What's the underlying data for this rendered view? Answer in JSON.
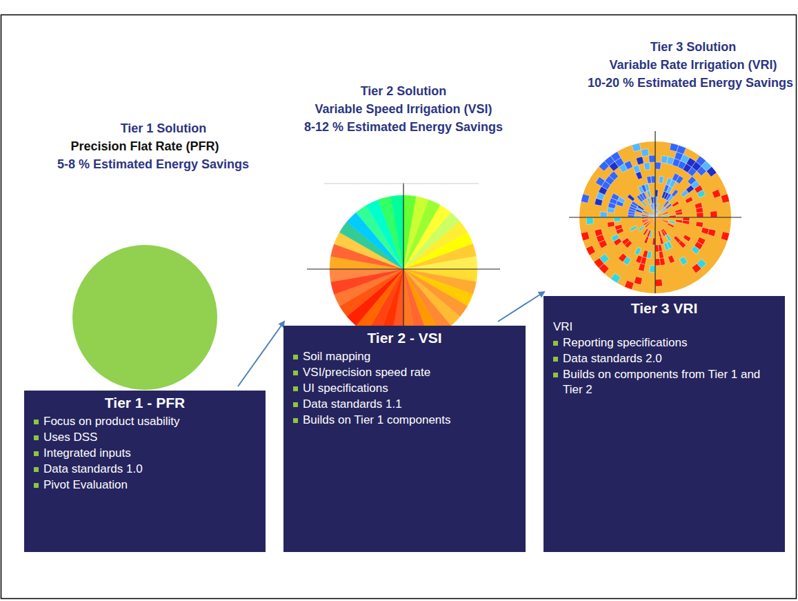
{
  "diagram": {
    "nodes": [
      {
        "text": [
          "Tier 1 - PFR",
          "Focus on product usability",
          "Uses DSS",
          "Integrated inputs",
          "Data standards 1.0",
          "Pivot Evaluation"
        ]
      },
      {
        "text": [
          "Tier 2 - VSI",
          "Soil mapping",
          "VSI/precision speed rate",
          "UI specifications",
          "Data standards 1.1",
          "Builds on Tier 1 components"
        ]
      },
      {
        "text": [
          "Tier 3 VRI",
          "VRI",
          "Reporting specifications",
          "Data standards 2.0",
          "Builds on components from Tier 1 and Tier 2"
        ]
      }
    ],
    "edges": [
      {
        "from": 0,
        "to": 1,
        "arrow": "to"
      },
      {
        "from": 1,
        "to": 2,
        "arrow": "to"
      }
    ],
    "labels": [
      "Tier 1 Solution",
      "Precision Flat Rate (PFR)",
      "5-8 % Estimated Energy Savings",
      "Tier 2 Solution",
      "Variable Speed Irrigation (VSI)",
      "8-12 % Estimated Energy Savings",
      "Tier 3 Solution",
      "Variable Rate Irrigation (VRI)",
      "10-20 % Estimated Energy Savings"
    ]
  }
}
